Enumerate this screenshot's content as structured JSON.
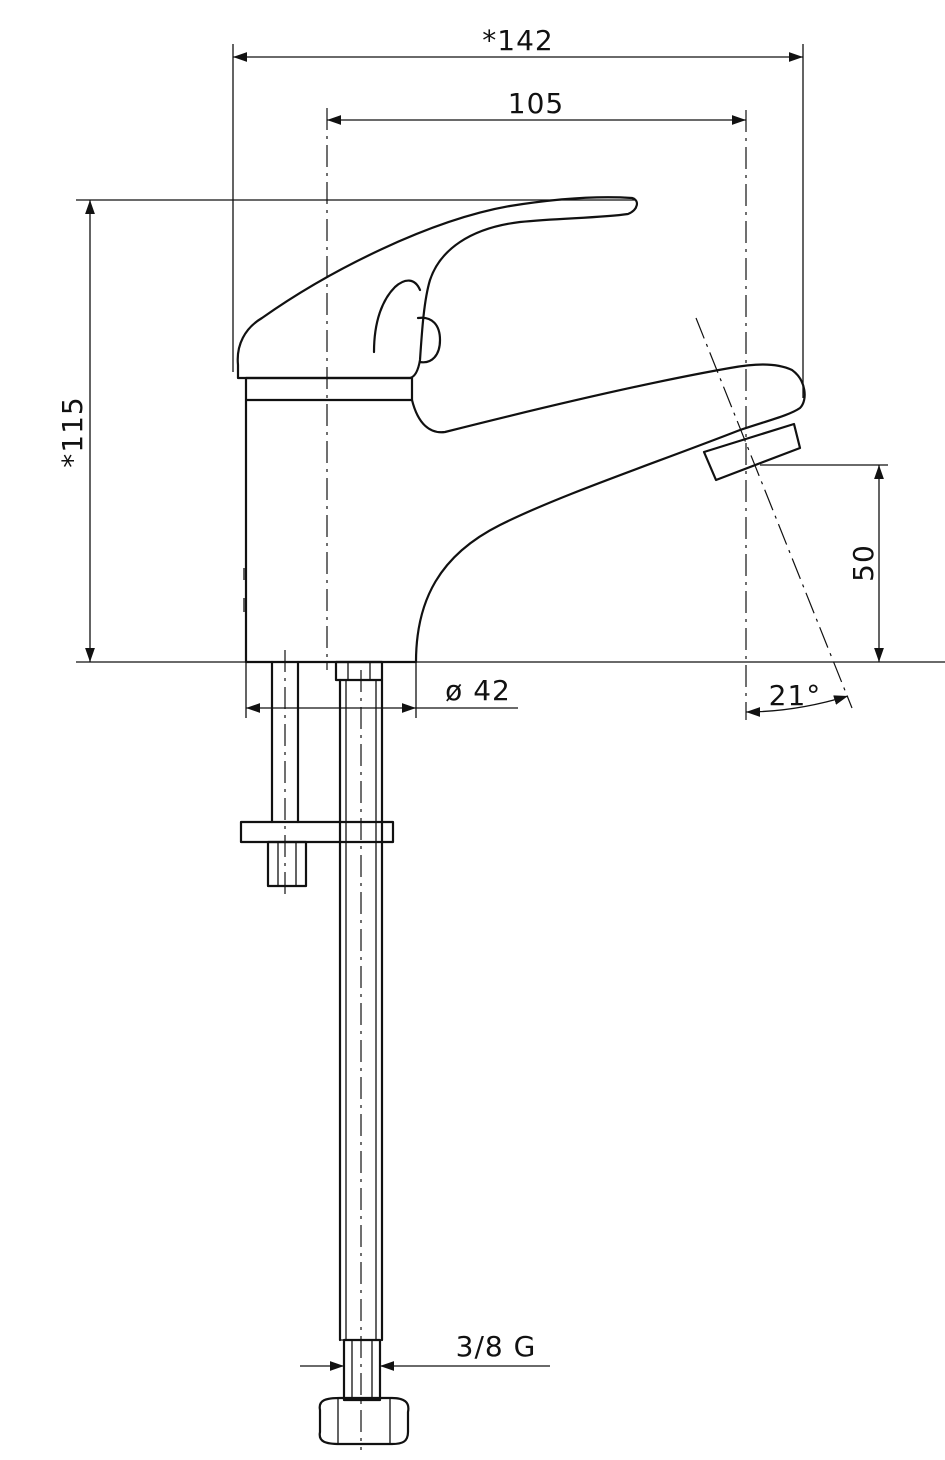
{
  "drawing": {
    "dimensions": {
      "overall_width": "*142",
      "spout_reach": "105",
      "overall_height": "*115",
      "spout_height": "50",
      "spout_angle": "21°",
      "base_diameter": "ø 42",
      "connection_thread": "3/8 G"
    },
    "colors": {
      "line": "#111111",
      "background": "#ffffff"
    }
  }
}
